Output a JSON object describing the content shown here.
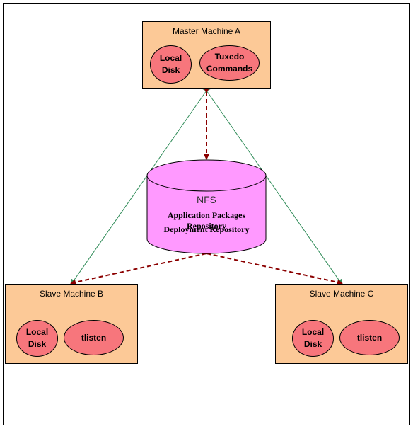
{
  "diagram": {
    "master": {
      "title": "Master Machine A",
      "items": [
        "Local\nDisk",
        "Tuxedo\nCommands"
      ]
    },
    "nfs": {
      "title": "NFS",
      "lines": [
        "Application Packages Repository",
        "Deployment Repository"
      ]
    },
    "slave_b": {
      "title": "Slave Machine B",
      "items": [
        "Local\nDisk",
        "tlisten"
      ]
    },
    "slave_c": {
      "title": "Slave Machine C",
      "items": [
        "Local\nDisk",
        "tlisten"
      ]
    },
    "colors": {
      "machine_fill": "#fcc997",
      "oval_fill": "#f7767c",
      "cylinder_fill": "#ff99ff",
      "dashed_arrow": "#8b0000",
      "solid_arrow": "#2e8b57"
    }
  }
}
